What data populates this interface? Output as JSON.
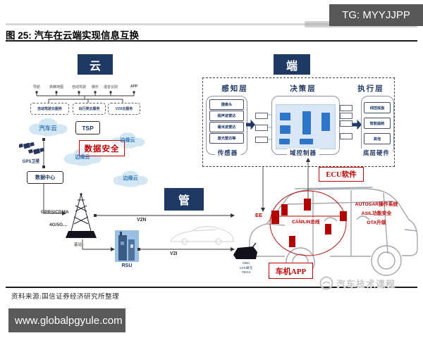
{
  "header": {
    "tg_badge": "TG: MYYJJPP",
    "figure_title": "图 25: 汽车在云端实现信息互换"
  },
  "cloud_section": {
    "label": "云",
    "app_items": [
      "导航",
      "高精地图",
      "自动驾驶",
      "娱乐",
      "语音识别",
      "APP"
    ],
    "services": [
      "自动驾驶云服务",
      "出行类云服务",
      "V2X云服务"
    ],
    "auto_cloud": "汽车云",
    "tsp": "TSP",
    "data_security": "数据安全",
    "edge_cloud_1": "边缘云",
    "edge_cloud_2": "边缘云",
    "edge_cloud_3": "边缘云",
    "gps": "GPS卫星",
    "data_center": "数据中心",
    "gprs": "GPRS/CDMA",
    "mobile_net": "4G/5G…",
    "base_station": "基站",
    "rsu": "RSU"
  },
  "pipe_section": {
    "label": "管",
    "v2n": "V2N",
    "v2i": "V2I"
  },
  "terminal_section": {
    "label": "端",
    "layer_1": "感知层",
    "layer_2": "决策层",
    "layer_3": "执行层",
    "sensors": [
      "摄像头",
      "超声波雷达",
      "毫米波雷达",
      "激光雷达等"
    ],
    "sensor_caption": "传感器",
    "domain_caption": "域控制器",
    "hw_caption": "底层硬件",
    "actuators": [
      "线控底盘",
      "智能座舱",
      "其他"
    ],
    "ecu": "ECU软件"
  },
  "vehicle": {
    "ee": "EE",
    "can_bus": "CAN/LIN总线",
    "software_1": "AUTOSAR操作系统",
    "software_2": "ASIL功能安全",
    "software_3": "OTA升级",
    "app_box": "车机APP",
    "obu_1": "OBU",
    "obu_2": "V2X单元",
    "obu_3": "TBOX"
  },
  "footer": {
    "source": "资料来源:国信证券经济研究所整理",
    "watermark": "汽车技术课程",
    "site": "www.globalpgyule.com"
  },
  "colors": {
    "navy": "#203864",
    "red": "#c00000",
    "cloud_fill": "#d2e6f3",
    "panel_blue": "#d9e6f6",
    "badge_gray": "#57575a"
  }
}
